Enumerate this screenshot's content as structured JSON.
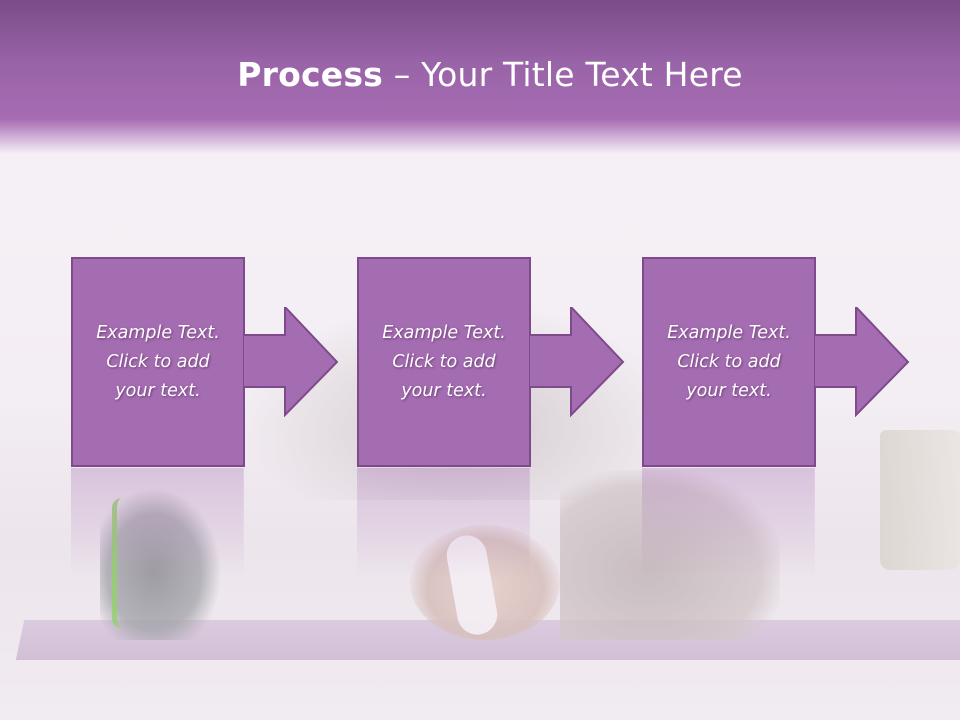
{
  "slide": {
    "title_bold": "Process",
    "title_rest": " – Your Title Text Here"
  },
  "steps": [
    {
      "line1": "Example Text.",
      "line2": "Click  to add",
      "line3": "your text."
    },
    {
      "line1": "Example Text.",
      "line2": "Click  to add",
      "line3": "your text."
    },
    {
      "line1": "Example Text.",
      "line2": "Click  to add",
      "line3": "your text."
    }
  ],
  "colors": {
    "header": "#9863a7",
    "box_fill": "#a56db1",
    "box_border": "#7e4a8c",
    "text": "#ffffff"
  }
}
